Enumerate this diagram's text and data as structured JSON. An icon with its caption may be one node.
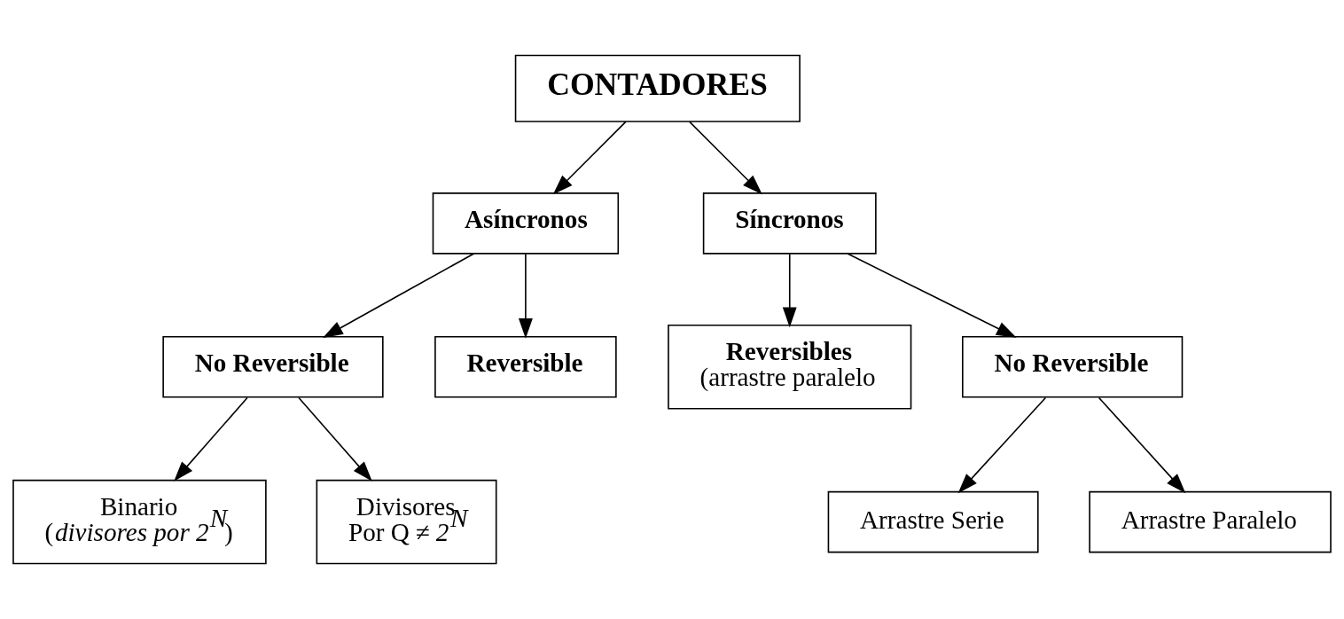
{
  "diagram": {
    "nodes": [
      {
        "text": [
          "CONTADORES"
        ]
      },
      {
        "text": [
          "Asíncronos"
        ]
      },
      {
        "text": [
          "Síncronos"
        ]
      },
      {
        "text": [
          "No Reversible"
        ]
      },
      {
        "text": [
          "Reversible"
        ]
      },
      {
        "text": [
          "Reversibles",
          "(arrastre paralelo"
        ]
      },
      {
        "text": [
          "No Reversible"
        ]
      },
      {
        "text": [
          "Binario",
          "(*divisores por 2$^{N}$*)"
        ]
      },
      {
        "text": [
          "Divisores",
          "Por Q ≠ *2$^{N}$*"
        ]
      },
      {
        "text": [
          "Arrastre Serie"
        ]
      },
      {
        "text": [
          "Arrastre Paralelo"
        ]
      }
    ],
    "edges": [
      {
        "from": 0,
        "to": 1,
        "arrow": "to"
      },
      {
        "from": 0,
        "to": 2,
        "arrow": "to"
      },
      {
        "from": 1,
        "to": 3,
        "arrow": "to"
      },
      {
        "from": 1,
        "to": 4,
        "arrow": "to"
      },
      {
        "from": 2,
        "to": 5,
        "arrow": "to"
      },
      {
        "from": 2,
        "to": 6,
        "arrow": "to"
      },
      {
        "from": 3,
        "to": 7,
        "arrow": "to"
      },
      {
        "from": 3,
        "to": 8,
        "arrow": "to"
      },
      {
        "from": 6,
        "to": 9,
        "arrow": "to"
      },
      {
        "from": 6,
        "to": 10,
        "arrow": "to"
      }
    ]
  }
}
